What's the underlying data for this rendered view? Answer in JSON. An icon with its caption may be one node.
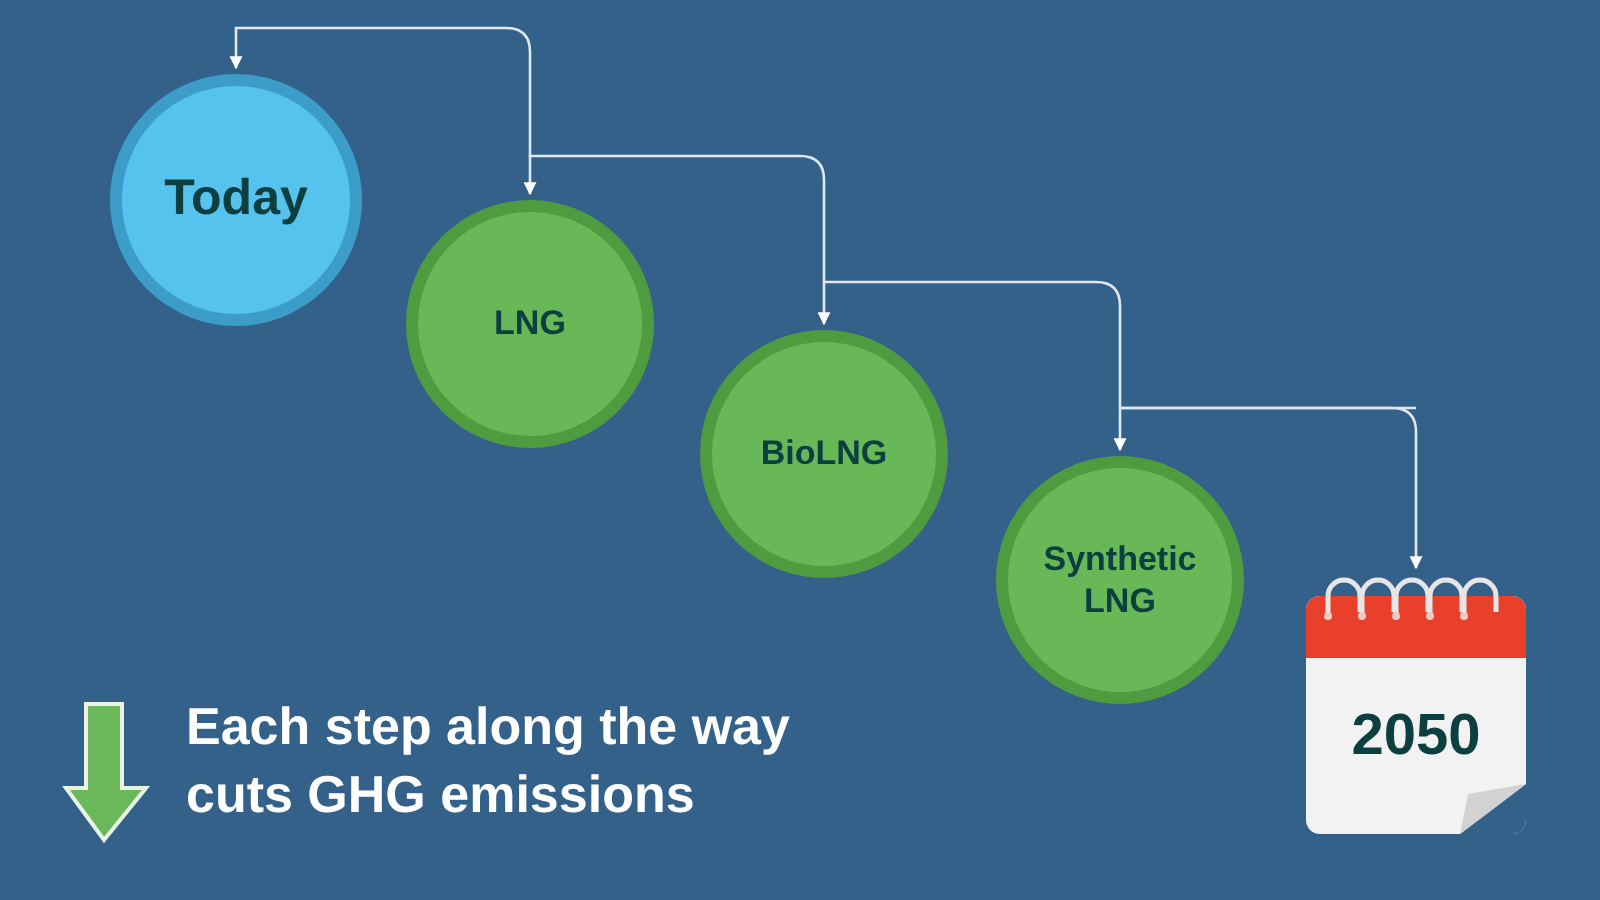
{
  "diagram": {
    "nodes": [
      {
        "text": [
          "Today"
        ]
      },
      {
        "text": [
          "LNG"
        ]
      },
      {
        "text": [
          "BioLNG"
        ]
      },
      {
        "text": [
          "Synthetic LNG"
        ]
      },
      {
        "text": [
          "2050"
        ]
      }
    ],
    "edges": [
      {
        "from": null,
        "to": 0,
        "arrow": "to"
      },
      {
        "from": null,
        "to": 1,
        "arrow": "to"
      },
      {
        "from": null,
        "to": 2,
        "arrow": "to"
      },
      {
        "from": null,
        "to": 3,
        "arrow": "to"
      },
      {
        "from": null,
        "to": 4,
        "arrow": "to"
      }
    ],
    "labels": [
      "Each step along the way cuts GHG emissions"
    ]
  }
}
